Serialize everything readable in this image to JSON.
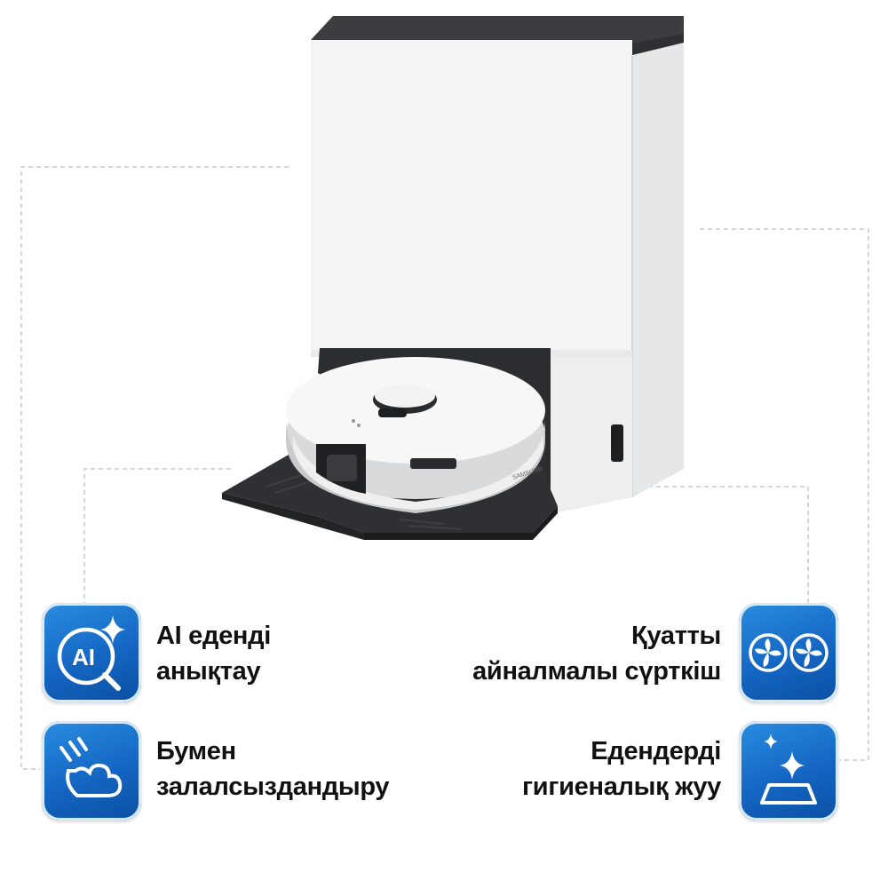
{
  "colors": {
    "accent": "#1466c2",
    "accent_light": "#2a8de0",
    "text": "#111111",
    "guide_line": "#c8c8c8"
  },
  "features": {
    "ai_floor": {
      "icon": "ai-sparkle-icon",
      "line1": "AI едендi",
      "line2": "анықтау"
    },
    "steam": {
      "icon": "steam-hand-icon",
      "line1": "Бумен",
      "line2": "залалсыздандыру"
    },
    "mop": {
      "icon": "spinning-mops-icon",
      "line1": "Қуатты",
      "line2": "айналмалы сүрткiш"
    },
    "hygiene": {
      "icon": "sparkle-floor-icon",
      "line1": "Едендердi",
      "line2": "гигиеналық жуу"
    }
  },
  "product": {
    "brand_mark": "SAMSUNG"
  }
}
